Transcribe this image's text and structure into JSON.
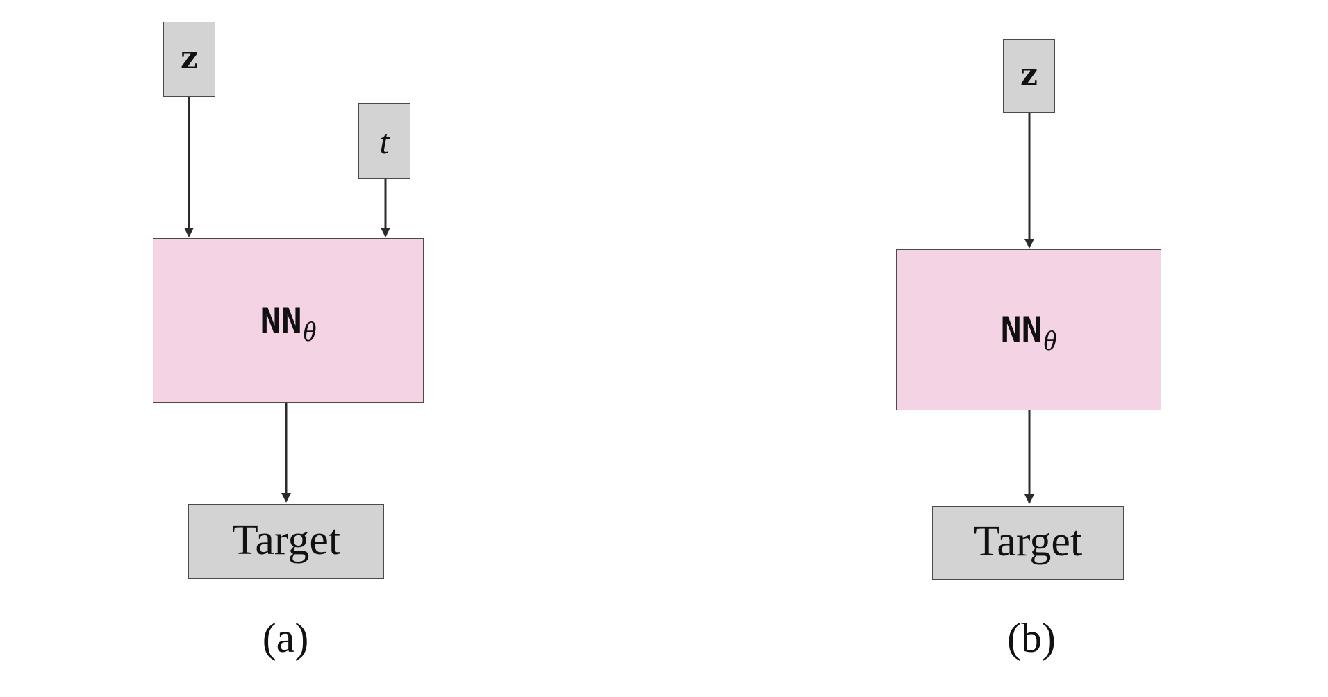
{
  "panels": [
    {
      "caption": "(a)",
      "inputs": [
        {
          "label": "z"
        },
        {
          "label": "t"
        }
      ],
      "network": {
        "main": "NN",
        "subscript": "θ"
      },
      "output": {
        "label": "Target"
      }
    },
    {
      "caption": "(b)",
      "inputs": [
        {
          "label": "z"
        }
      ],
      "network": {
        "main": "NN",
        "subscript": "θ"
      },
      "output": {
        "label": "Target"
      }
    }
  ],
  "colors": {
    "input_fill": "#d3d3d3",
    "network_fill": "#f3d3e4",
    "target_fill": "#d3d3d3",
    "stroke": "#4a4a4a",
    "arrow": "#2b2b2b",
    "text": "#111111"
  }
}
